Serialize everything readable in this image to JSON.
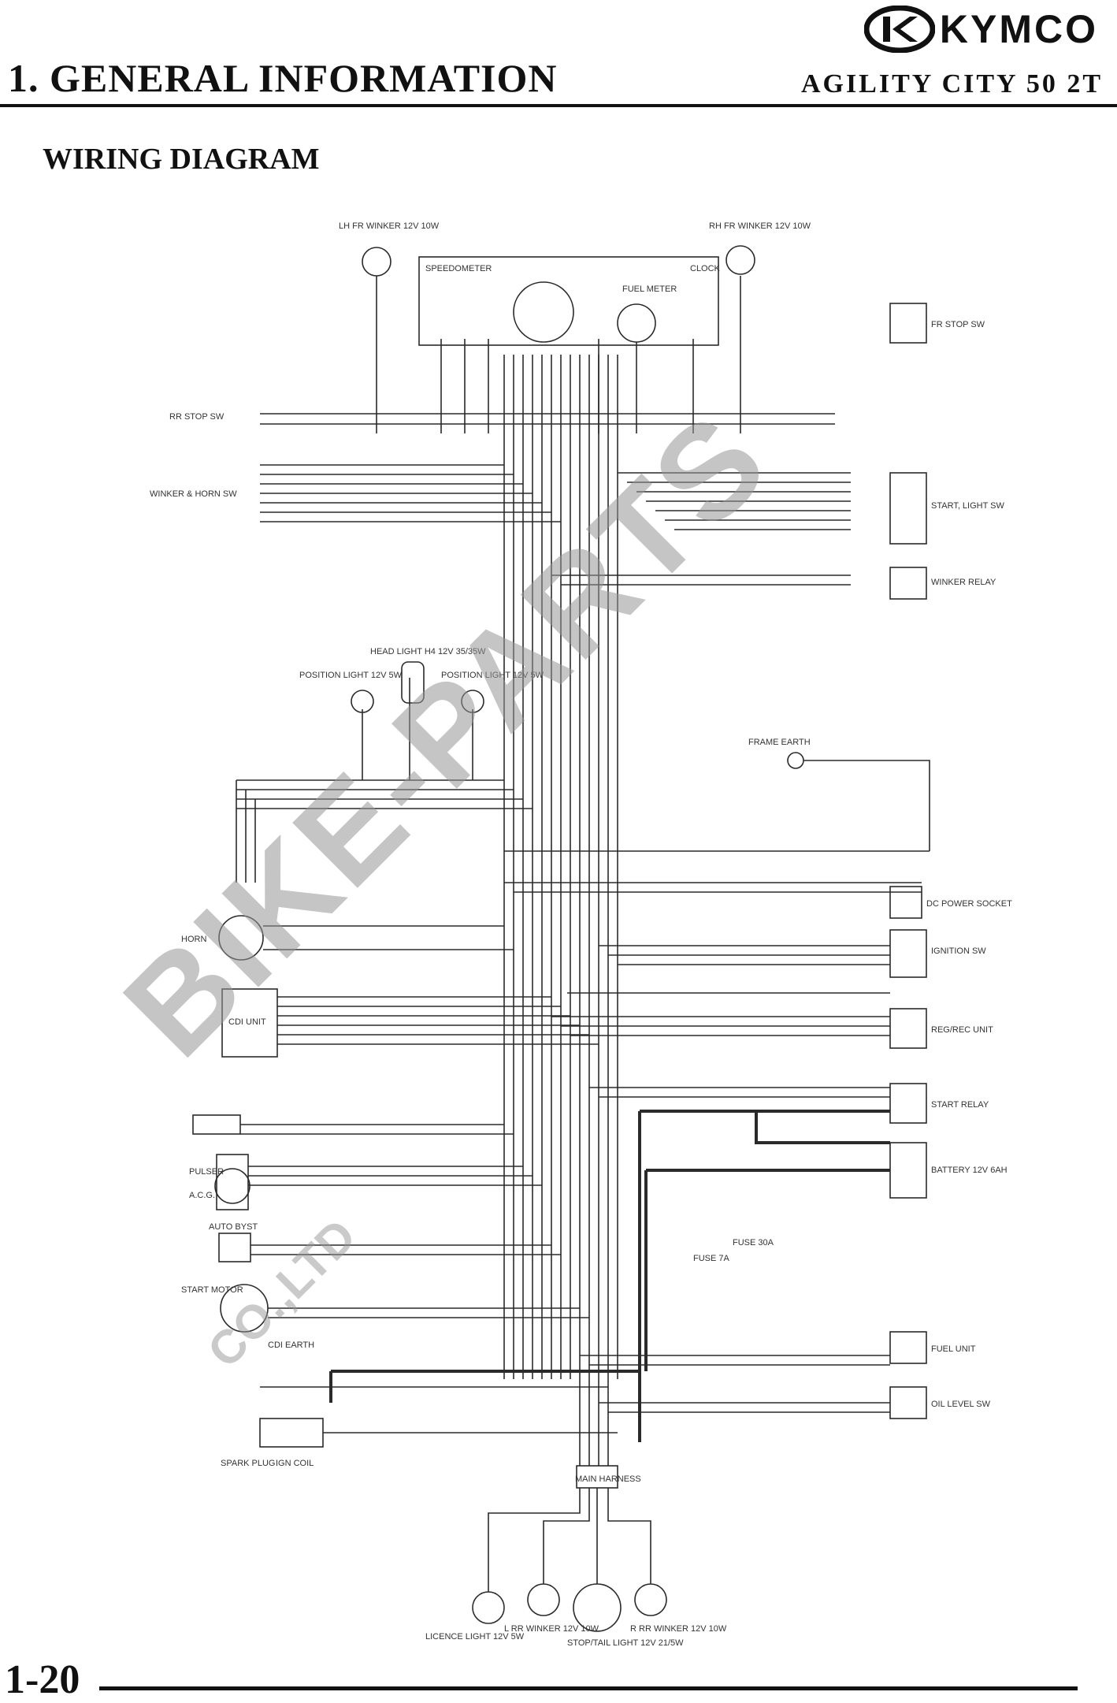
{
  "header": {
    "brand": "KYMCO",
    "chapter_number": "1.",
    "chapter_title": "GENERAL INFORMATION",
    "model": "AGILITY CITY 50 2T"
  },
  "section_title": "WIRING DIAGRAM",
  "watermark": {
    "main": "BIKE-PARTS",
    "sub": "CO.,LTD"
  },
  "page_number": "1-20",
  "diagram_labels": {
    "lh_fr_winker": "LH FR WINKER 12V 10W",
    "rh_fr_winker": "RH FR WINKER 12V 10W",
    "speedometer": "SPEEDOMETER",
    "fuel_meter": "FUEL METER",
    "clock": "CLOCK",
    "rr_stop": "RR STOP SW",
    "winker_horn": "WINKER & HORN SW",
    "fr_stop": "FR STOP SW",
    "start_light": "START, LIGHT SW",
    "winker_relay": "WINKER RELAY",
    "head_light": "HEAD LIGHT H4 12V 35/35W",
    "position_light": "POSITION LIGHT 12V 5W",
    "frame_earth": "FRAME EARTH",
    "dc_socket": "DC POWER SOCKET",
    "horn": "HORN",
    "cdi_unit": "CDI UNIT",
    "ignition": "IGNITION SW",
    "reg_rec": "REG/REC UNIT",
    "start_relay": "START RELAY",
    "battery": "BATTERY 12V 6AH",
    "fuse_30a": "FUSE 30A",
    "fuse_7a": "FUSE 7A",
    "auto_byst": "AUTO BYST",
    "start_motor": "START MOTOR",
    "fuel_unit": "FUEL UNIT",
    "oil_level": "OIL LEVEL SW",
    "spark_plug": "SPARK PLUG",
    "ign_coil": "IGN COIL",
    "licence_light": "LICENCE LIGHT 12V 5W",
    "lrr_winker": "L RR WINKER 12V 10W",
    "stop_tail": "STOP/TAIL LIGHT 12V 21/5W",
    "rrr_winker": "R RR WINKER 12V 10W",
    "pulser": "PULSER",
    "ac_gen": "A.C.G.",
    "cdi_earth": "CDI EARTH",
    "main_harness": "MAIN HARNESS"
  },
  "colors": {
    "ink": "#111111",
    "wire": "#2a2a2a",
    "watermark": "#969696"
  }
}
